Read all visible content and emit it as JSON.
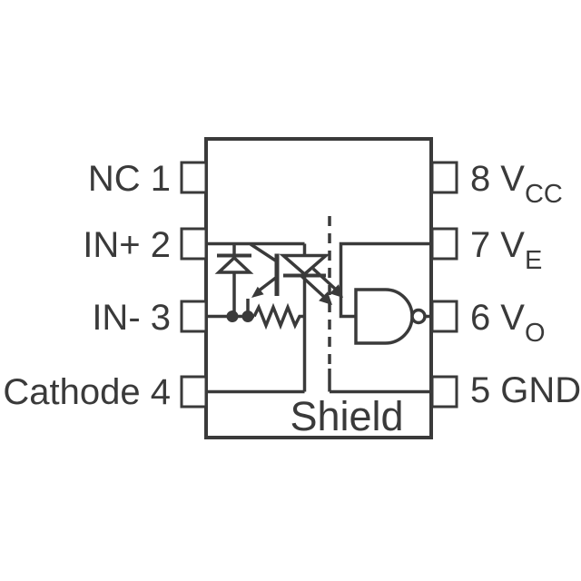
{
  "device": {
    "shield_label": "Shield"
  },
  "pins_left": [
    {
      "label": "NC 1",
      "name": "NC",
      "number": "1"
    },
    {
      "label": "IN+ 2",
      "name": "IN+",
      "number": "2"
    },
    {
      "label": "IN- 3",
      "name": "IN-",
      "number": "3"
    },
    {
      "label": "Cathode 4",
      "name": "Cathode",
      "number": "4"
    }
  ],
  "pins_right": [
    {
      "number": "8",
      "base": "V",
      "subscript": "CC",
      "label": "8 VCC"
    },
    {
      "number": "7",
      "base": "V",
      "subscript": "E",
      "label": "7 VE"
    },
    {
      "number": "6",
      "base": "V",
      "subscript": "O",
      "label": "6 VO"
    },
    {
      "number": "5",
      "base": "GND",
      "subscript": "",
      "label": "5 GND"
    }
  ],
  "components": {
    "protection_diode": "diode",
    "input_transistor": "transistor",
    "led": "light-emitting-diode",
    "resistor": "resistor",
    "shield": "dashed-shield-line",
    "output_gate": "inverting-gate"
  },
  "colors": {
    "line": "#3a3a3a",
    "background": "#ffffff"
  }
}
